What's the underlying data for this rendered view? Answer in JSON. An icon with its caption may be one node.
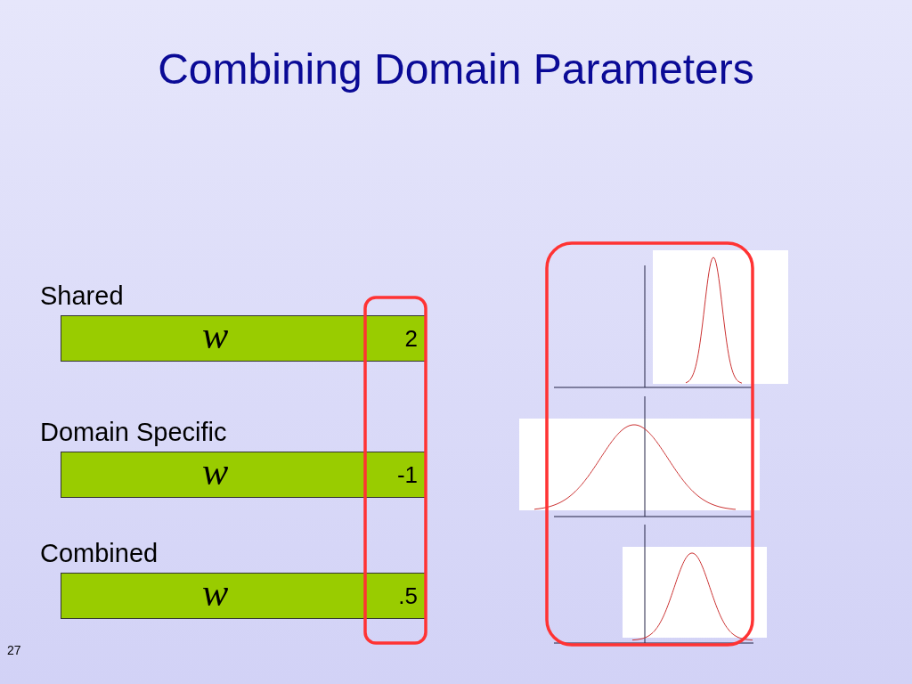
{
  "diagram": {
    "title": "Combining Domain Parameters",
    "nodes": [
      {
        "text": [
          "Shared",
          "w",
          "2"
        ]
      },
      {
        "text": [
          "Domain Specific",
          "w",
          "-1"
        ]
      },
      {
        "text": [
          "Combined",
          "w",
          ".5"
        ]
      }
    ],
    "labels": [
      "27"
    ]
  }
}
